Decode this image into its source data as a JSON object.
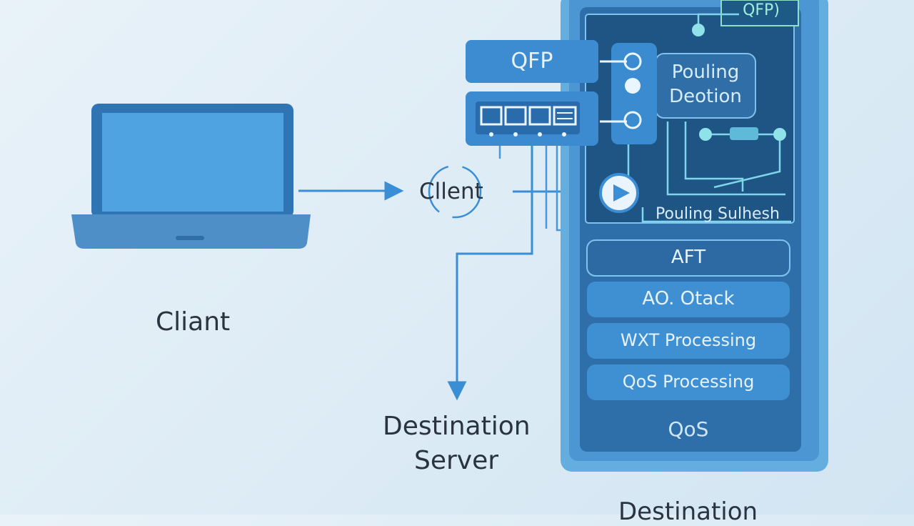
{
  "labels": {
    "client": "Cliant",
    "client_mid": "Cllent",
    "destination_server": [
      "Destination",
      "Server"
    ],
    "destination_bottom": "Destination"
  },
  "device": {
    "top_tab": "QFP)",
    "qfp_box": "QFP",
    "routing_decision": [
      "Pouling",
      "Deotion"
    ],
    "routing_switch": "Pouling Sulhesh",
    "stack": [
      "AFT",
      "AO. Otack",
      "WXT Processing",
      "QoS Processing"
    ],
    "bottom_label": "QoS"
  },
  "colors": {
    "background": "#e2eef7",
    "device_outer": "#5fa9df",
    "device_inner": "#2b6ca8",
    "stack_item": "#3f8fd3",
    "arrow": "#3a8ed6",
    "text_dark": "#2a3340",
    "text_light": "#e6f3ff"
  },
  "icons": {
    "laptop": "laptop-icon",
    "switch": "network-switch-icon",
    "play": "play-icon"
  }
}
